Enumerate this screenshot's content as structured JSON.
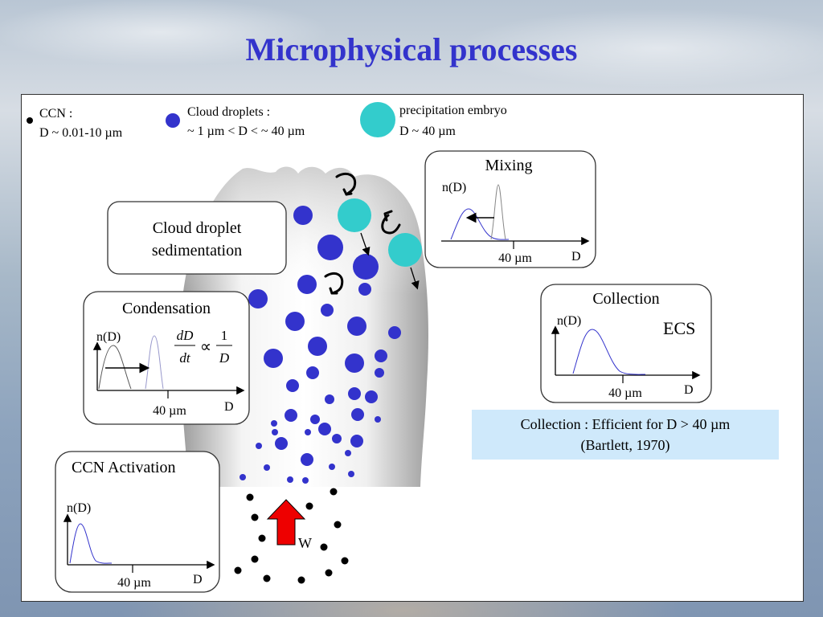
{
  "title": "Microphysical processes",
  "legend": {
    "ccn": {
      "line1": "CCN :",
      "line2": "D  ~  0.01-10 µm"
    },
    "cloud_droplets": {
      "line1": "Cloud droplets :",
      "line2": "~ 1 µm < D < ~ 40 µm"
    },
    "precipitation_embryo": {
      "line1": "precipitation embryo",
      "line2": "D ~ 40 µm"
    }
  },
  "boxes": {
    "sedimentation": {
      "line1": "Cloud droplet",
      "line2": "sedimentation"
    },
    "condensation": {
      "title": "Condensation",
      "y_label": "n(D)",
      "x_label": "D",
      "tick_label": "40 µm",
      "formula": {
        "lhs_num": "dD",
        "lhs_den": "dt",
        "symbol": "∝",
        "rhs_num": "1",
        "rhs_den": "D"
      }
    },
    "ccn_activation": {
      "title_a": "CCN",
      "title_b": " Activation",
      "y_label": "n(D)",
      "x_label": "D",
      "tick_label": "40 µm"
    },
    "mixing": {
      "title": "Mixing",
      "y_label": "n(D)",
      "x_label": "D",
      "tick_label": "40 µm"
    },
    "collection": {
      "title": "Collection",
      "y_label": "n(D)",
      "x_label": "D",
      "tick_label": "40 µm",
      "tag": "ECS"
    }
  },
  "updraft_label": "W",
  "collection_note": {
    "line1": "Collection : Efficient for D > 40 µm",
    "line2": "(Bartlett, 1970)"
  },
  "colors": {
    "title": "#3333cc",
    "droplet": "#3333cc",
    "embryo": "#33cccc",
    "updraft_arrow": "#ee0000",
    "note_background": "#cfe9fb"
  }
}
